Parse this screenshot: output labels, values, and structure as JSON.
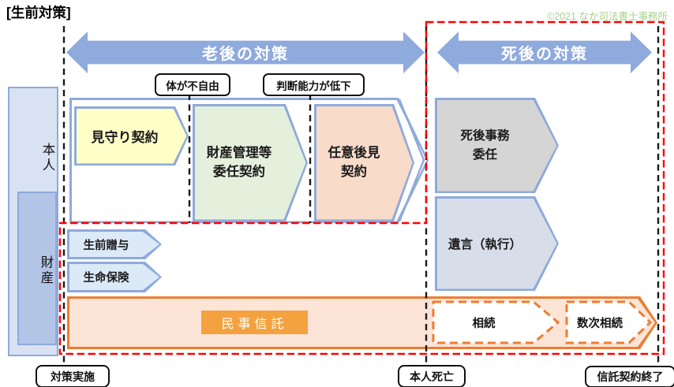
{
  "title": "[生前対策]",
  "copyright": "©2021 なか司法書士事務所",
  "timeline": {
    "elderly_arrow": "老後の対策",
    "death_arrow": "死後の対策",
    "events": {
      "physical": "体が不自由",
      "cognitive": "判断能力が低下"
    },
    "milestones": {
      "start": "対策実施",
      "death": "本人死亡",
      "trust_end": "信託契約終了"
    }
  },
  "rows": {
    "person": "本人",
    "assets": "財産"
  },
  "measures": {
    "mimamori": "見守り契約",
    "zaisan_kanri": "財産管理等\n委任契約",
    "nini_koken": "任意後見\n契約",
    "shigo_jimu": "死後事務\n委任",
    "seizen_zoyo": "生前贈与",
    "seimei_hoken": "生命保険",
    "yuigon": "遺言（執行）",
    "minji_shintaku": "民事信託",
    "sozoku": "相続",
    "suji_sozoku": "数次相続"
  },
  "colors": {
    "accent_blue_border": "#8EAADB",
    "timeline_arrow_fill": "#8FAADC",
    "accent_orange": "#ED7D31",
    "pale_orange_fill": "#FCE4D6",
    "trust_label_orange": "#F3A23F",
    "red_dashed_outline": "#FF0000",
    "copyright_green": "#A9D08E",
    "mimamori_yellow": "#FFFFC8",
    "zaisan_kanri_green": "#E4EFDC",
    "nini_koken_pink": "#F8DBC9",
    "shigo_jimu_gray": "#D5D5D5",
    "yuigon_bluegray": "#D8DEE9",
    "gift_lightblue": "#DCE9F7",
    "person_box_fill": "#D9E2F3",
    "assets_box_fill": "#B3C5E7"
  }
}
